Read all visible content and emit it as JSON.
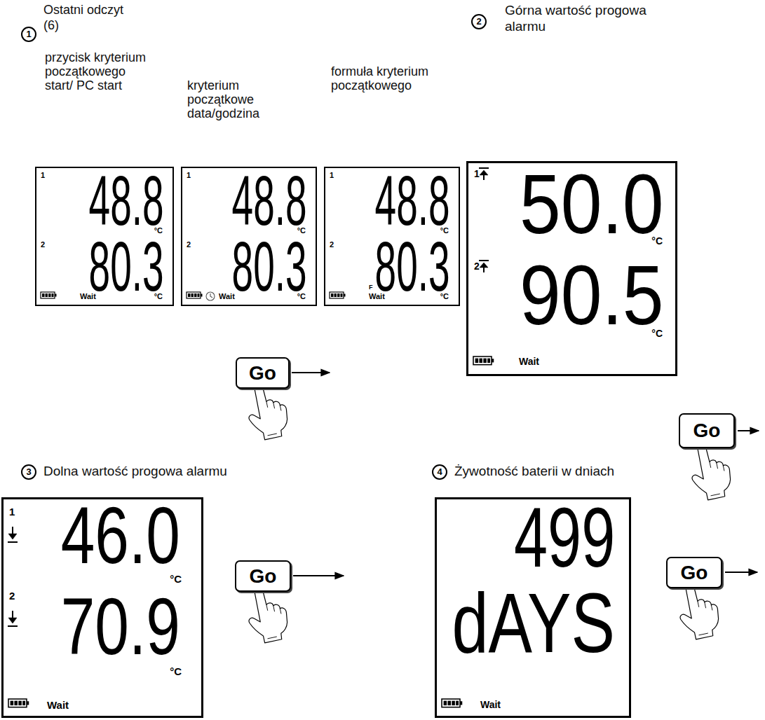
{
  "diagram": {
    "nodes": [
      {
        "text": [
          "przycisk kryterium początkowego start/ PC start",
          "1",
          "48.8",
          "°C",
          "2",
          "80.3",
          "°C",
          "Wait"
        ]
      },
      {
        "text": [
          "kryterium początkowe data/godzina",
          "1",
          "48.8",
          "°C",
          "2",
          "80.3",
          "°C",
          "Wait"
        ]
      },
      {
        "text": [
          "formuła kryterium początkowego",
          "1",
          "48.8",
          "°C",
          "2",
          "80.3",
          "°C",
          "F",
          "Wait"
        ]
      },
      {
        "text": [
          "Go"
        ]
      },
      {
        "text": [
          "1",
          "50.0",
          "°C",
          "2",
          "90.5",
          "°C",
          "Wait"
        ]
      },
      {
        "text": [
          "Go"
        ]
      },
      {
        "text": [
          "1",
          "46.0",
          "°C",
          "2",
          "70.9",
          "°C",
          "Wait"
        ]
      },
      {
        "text": [
          "Go"
        ]
      },
      {
        "text": [
          "499",
          "dAYS",
          "Wait"
        ]
      },
      {
        "text": [
          "Go"
        ]
      }
    ],
    "labels": [
      "1",
      "Ostatni odczyt (6)",
      "2",
      "Górna wartość progowa alarmu",
      "3",
      "Dolna wartość progowa alarmu",
      "4",
      "Żywotność baterii w dniach"
    ]
  }
}
